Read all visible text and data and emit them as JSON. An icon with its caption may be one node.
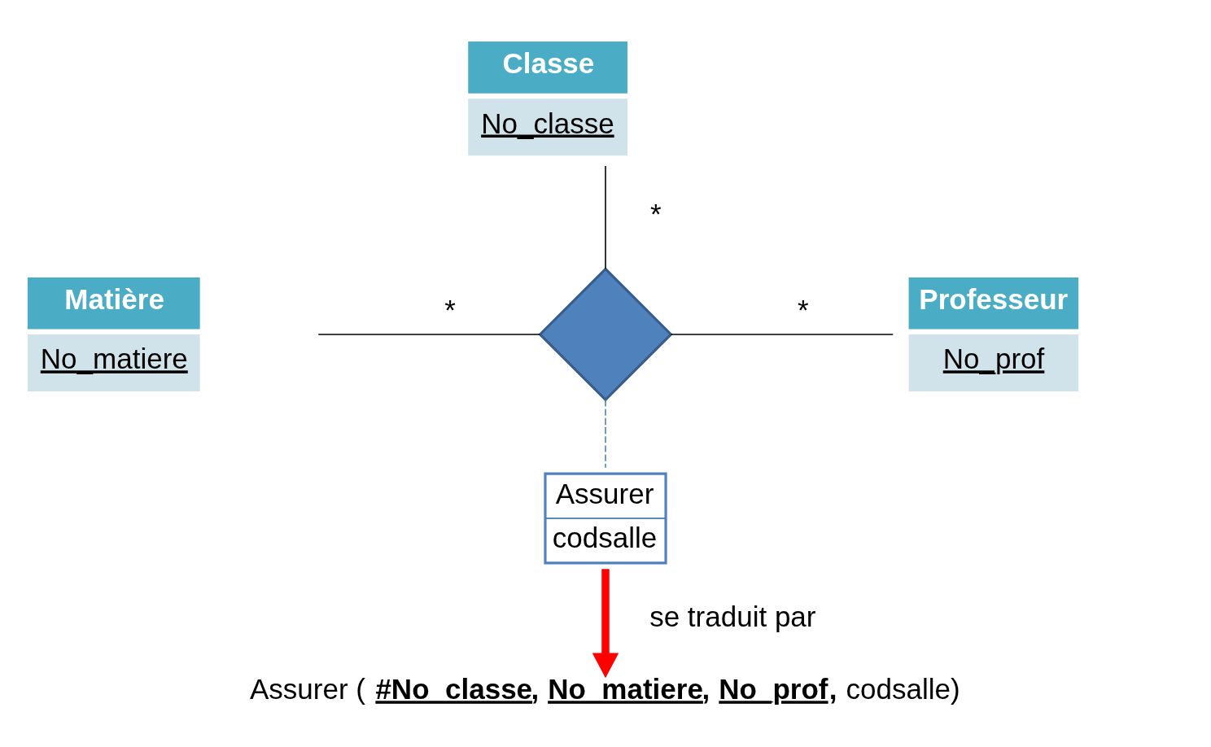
{
  "diagram": {
    "nodes": [
      {
        "text": [
          "Classe",
          "No_classe"
        ]
      },
      {
        "text": [
          "Matière",
          "No_matiere"
        ]
      },
      {
        "text": [],
        "shape": "diamond"
      },
      {
        "text": [
          "Professeur",
          "No_prof"
        ]
      },
      {
        "text": [
          "Assurer",
          "codsalle"
        ]
      },
      {
        "text": [
          "Assurer ( **#No_classe, No_matiere, No_prof,** codsalle)"
        ]
      }
    ],
    "edges": [
      {
        "from": 0,
        "to": 2,
        "arrow": "none",
        "label": "*"
      },
      {
        "from": 1,
        "to": 2,
        "arrow": "none",
        "label": "*"
      },
      {
        "from": 2,
        "to": 3,
        "arrow": "none",
        "label": "*"
      },
      {
        "from": 2,
        "to": 4,
        "arrow": "none",
        "style": "dashed",
        "color": "#4f81bd"
      },
      {
        "from": 4,
        "to": 5,
        "arrow": "to",
        "style": "thick",
        "color": "#ff0000",
        "label": "se traduit par"
      }
    ]
  }
}
